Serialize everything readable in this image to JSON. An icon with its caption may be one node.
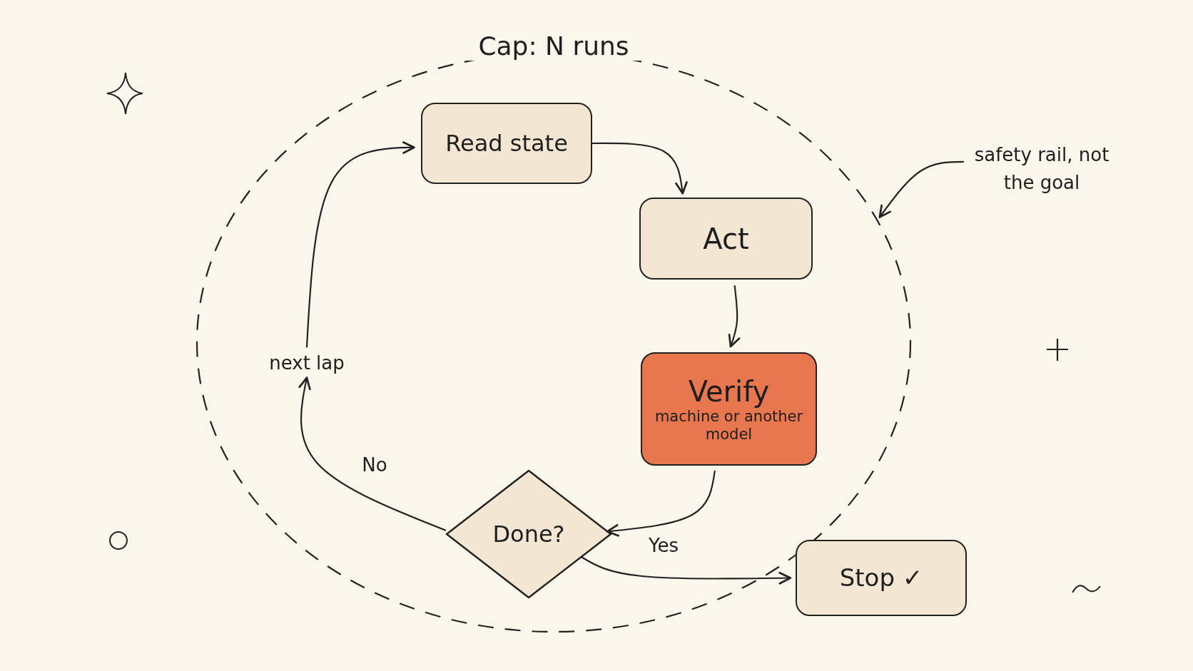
{
  "diagram": {
    "nodes": [
      {
        "text": [
          "Cap: N runs"
        ]
      },
      {
        "text": [
          "Read state"
        ],
        "in": 0
      },
      {
        "text": [
          "Act"
        ],
        "in": 0
      },
      {
        "text": [
          "Verify",
          "machine or another model"
        ],
        "in": 0
      },
      {
        "text": [
          "Done?"
        ],
        "in": 0
      },
      {
        "text": [
          "Stop ✓"
        ]
      },
      {
        "text": [
          "next lap"
        ],
        "in": 0
      },
      {
        "text": [
          "safety rail, not the goal"
        ]
      }
    ],
    "edges": [
      {
        "from": 1,
        "to": 2,
        "arrow": "to"
      },
      {
        "from": 2,
        "to": 3,
        "arrow": "to"
      },
      {
        "from": 3,
        "to": 4,
        "arrow": "to"
      },
      {
        "from": 4,
        "to": 5,
        "arrow": "to",
        "label": "Yes"
      },
      {
        "from": 4,
        "to": 6,
        "arrow": "to",
        "label": "No"
      },
      {
        "from": 6,
        "to": 1,
        "arrow": "to"
      },
      {
        "from": 7,
        "to": 0,
        "arrow": "to"
      }
    ]
  }
}
